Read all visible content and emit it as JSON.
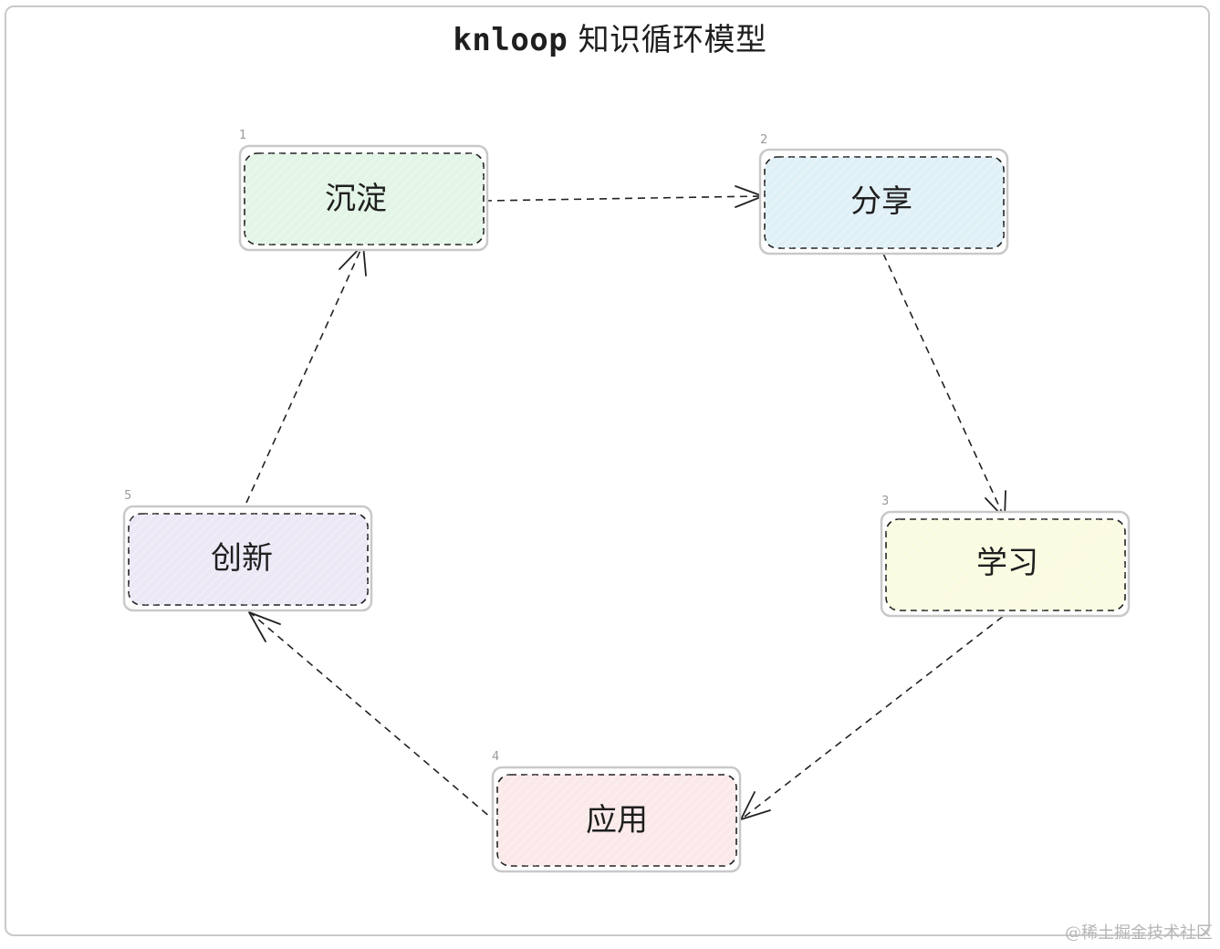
{
  "title": {
    "prefix": "knloop",
    "main": "知识循环模型"
  },
  "nodes": [
    {
      "id": "node-1",
      "number": "1",
      "label": "沉淀",
      "fill": "#e3f5e6"
    },
    {
      "id": "node-2",
      "number": "2",
      "label": "分享",
      "fill": "#e0f0f7"
    },
    {
      "id": "node-3",
      "number": "3",
      "label": "学习",
      "fill": "#fafbe0"
    },
    {
      "id": "node-4",
      "number": "4",
      "label": "应用",
      "fill": "#fbe9e9"
    },
    {
      "id": "node-5",
      "number": "5",
      "label": "创新",
      "fill": "#ece8f6"
    }
  ],
  "edges": [
    {
      "from": "沉淀",
      "to": "分享"
    },
    {
      "from": "分享",
      "to": "学习"
    },
    {
      "from": "学习",
      "to": "应用"
    },
    {
      "from": "应用",
      "to": "创新"
    },
    {
      "from": "创新",
      "to": "沉淀"
    }
  ],
  "colors": {
    "outer_border": "#c9c9c9",
    "dash_stroke": "#222222",
    "text": "#1f1f1f"
  },
  "watermark": "@稀土掘金技术社区"
}
